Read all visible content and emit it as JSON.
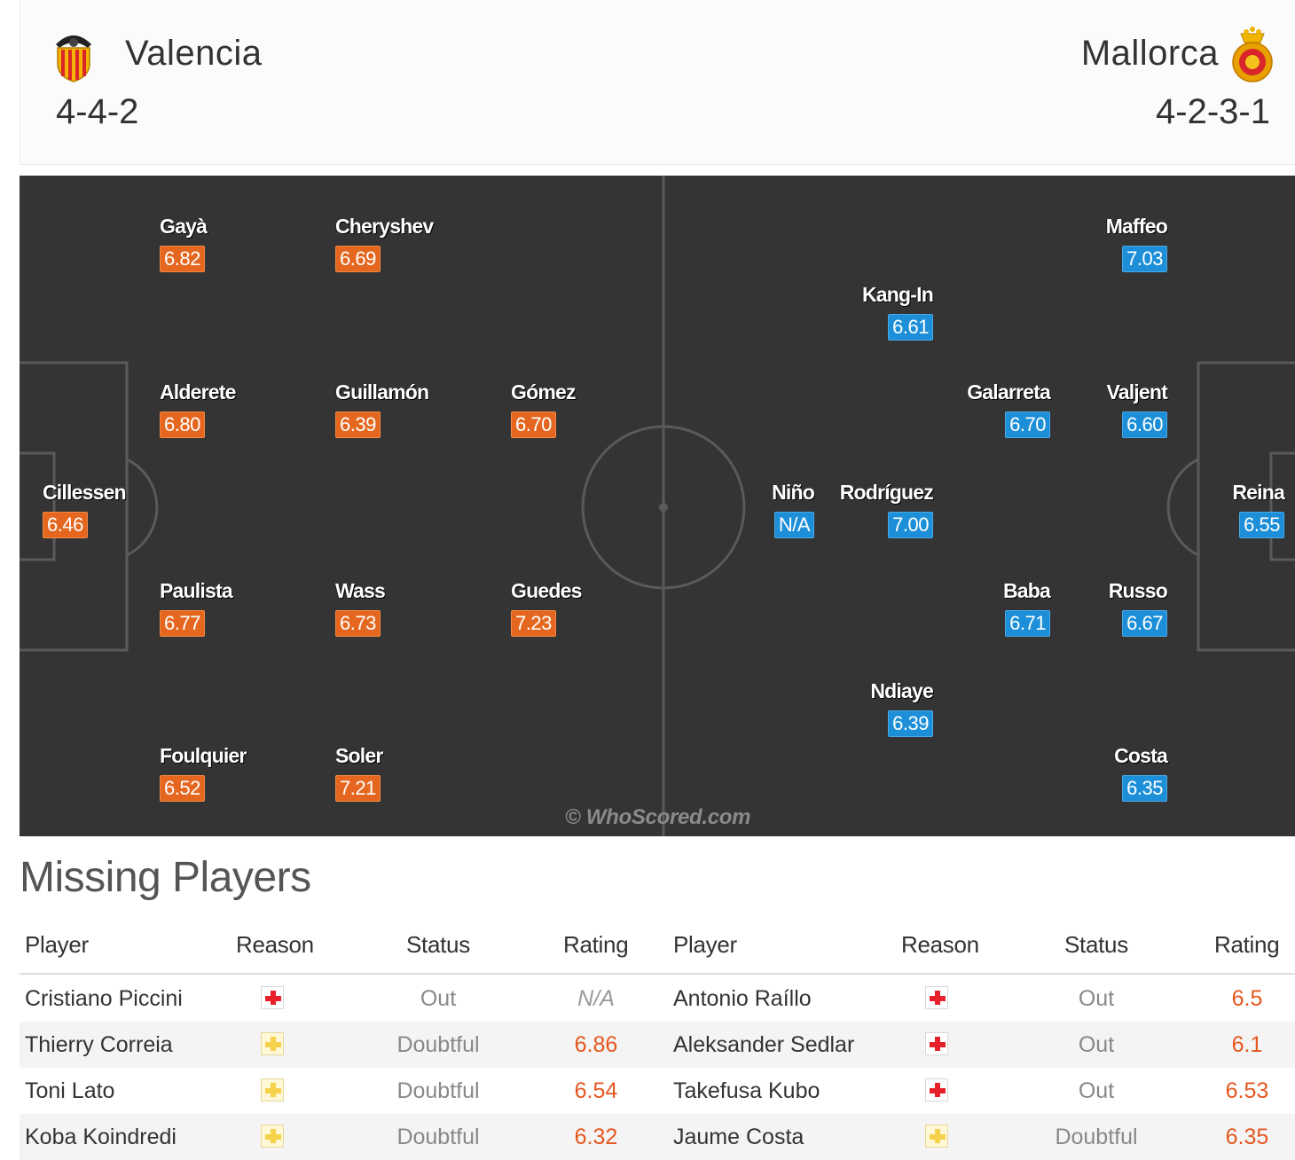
{
  "home": {
    "name": "Valencia",
    "formation": "4-4-2",
    "rating_color": "#e5671f",
    "players": [
      {
        "name": "Gayà",
        "rating": "6.82"
      },
      {
        "name": "Cheryshev",
        "rating": "6.69"
      },
      {
        "name": "Alderete",
        "rating": "6.80"
      },
      {
        "name": "Guillamón",
        "rating": "6.39"
      },
      {
        "name": "Gómez",
        "rating": "6.70"
      },
      {
        "name": "Cillessen",
        "rating": "6.46"
      },
      {
        "name": "Paulista",
        "rating": "6.77"
      },
      {
        "name": "Wass",
        "rating": "6.73"
      },
      {
        "name": "Guedes",
        "rating": "7.23"
      },
      {
        "name": "Foulquier",
        "rating": "6.52"
      },
      {
        "name": "Soler",
        "rating": "7.21"
      }
    ]
  },
  "away": {
    "name": "Mallorca",
    "formation": "4-2-3-1",
    "rating_color": "#1c8fd8",
    "players": [
      {
        "name": "Maffeo",
        "rating": "7.03"
      },
      {
        "name": "Kang-In",
        "rating": "6.61"
      },
      {
        "name": "Galarreta",
        "rating": "6.70"
      },
      {
        "name": "Valjent",
        "rating": "6.60"
      },
      {
        "name": "Niño",
        "rating": "N/A"
      },
      {
        "name": "Rodríguez",
        "rating": "7.00"
      },
      {
        "name": "Reina",
        "rating": "6.55"
      },
      {
        "name": "Baba",
        "rating": "6.71"
      },
      {
        "name": "Russo",
        "rating": "6.67"
      },
      {
        "name": "Ndiaye",
        "rating": "6.39"
      },
      {
        "name": "Costa",
        "rating": "6.35"
      }
    ]
  },
  "watermark": "© WhoScored.com",
  "missing": {
    "title": "Missing Players",
    "headers": {
      "player": "Player",
      "reason": "Reason",
      "status": "Status",
      "rating": "Rating"
    },
    "home": [
      {
        "player": "Cristiano Piccini",
        "reason": "injury",
        "status": "Out",
        "rating": "N/A"
      },
      {
        "player": "Thierry Correia",
        "reason": "doubtful",
        "status": "Doubtful",
        "rating": "6.86"
      },
      {
        "player": "Toni Lato",
        "reason": "doubtful",
        "status": "Doubtful",
        "rating": "6.54"
      },
      {
        "player": "Koba Koindredi",
        "reason": "doubtful",
        "status": "Doubtful",
        "rating": "6.32"
      }
    ],
    "away": [
      {
        "player": "Antonio Raíllo",
        "reason": "injury",
        "status": "Out",
        "rating": "6.5"
      },
      {
        "player": "Aleksander Sedlar",
        "reason": "injury",
        "status": "Out",
        "rating": "6.1"
      },
      {
        "player": "Takefusa Kubo",
        "reason": "injury",
        "status": "Out",
        "rating": "6.53"
      },
      {
        "player": "Jaume Costa",
        "reason": "doubtful",
        "status": "Doubtful",
        "rating": "6.35"
      }
    ]
  }
}
